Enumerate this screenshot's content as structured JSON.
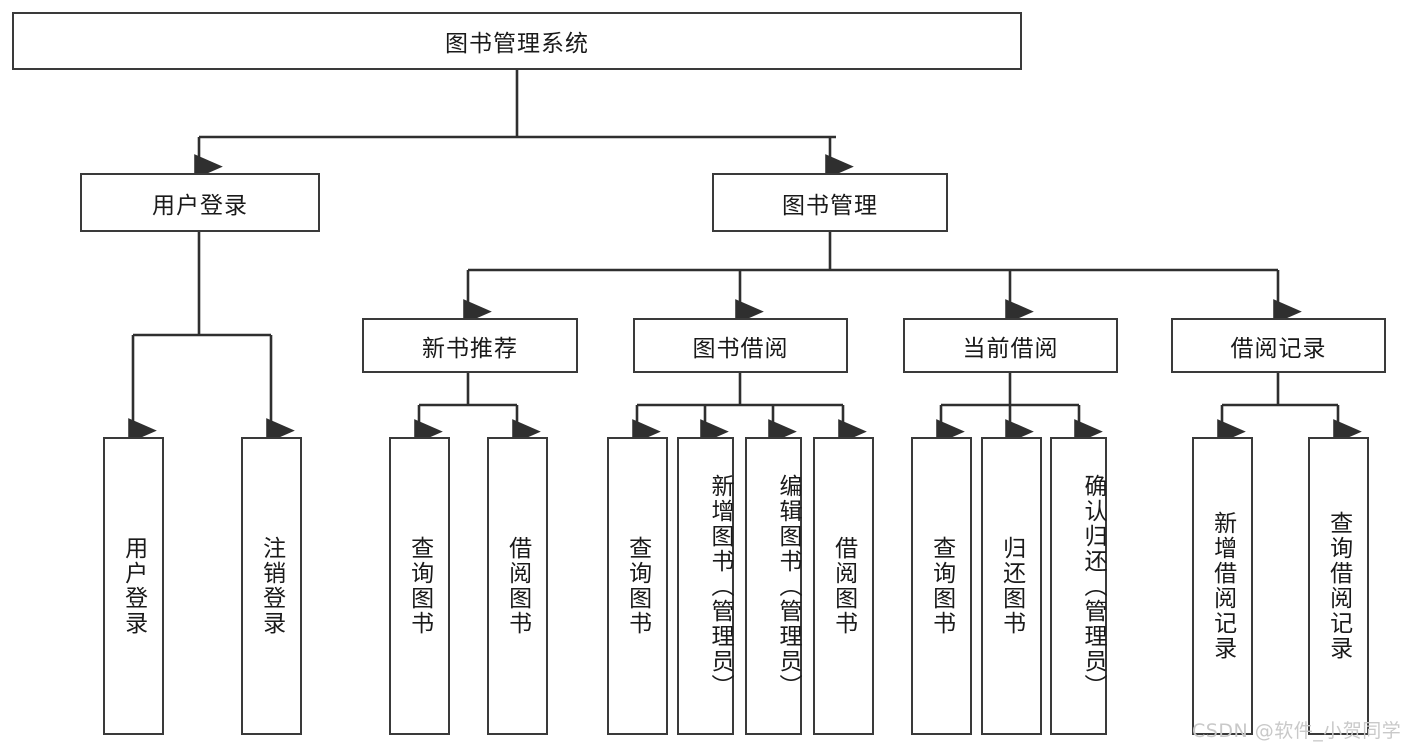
{
  "diagram": {
    "type": "tree",
    "root": {
      "label": "图书管理系统"
    },
    "level2": [
      {
        "label": "用户登录"
      },
      {
        "label": "图书管理"
      }
    ],
    "level3": [
      {
        "label": "新书推荐"
      },
      {
        "label": "图书借阅"
      },
      {
        "label": "当前借阅"
      },
      {
        "label": "借阅记录"
      }
    ],
    "leaves": {
      "user_login": [
        {
          "label": "用户登录"
        },
        {
          "label": "注销登录"
        }
      ],
      "new_book": [
        {
          "label": "查询图书"
        },
        {
          "label": "借阅图书"
        }
      ],
      "borrow_book": [
        {
          "label": "查询图书"
        },
        {
          "label": "新增图书（管理员）"
        },
        {
          "label": "编辑图书（管理员）"
        },
        {
          "label": "借阅图书"
        }
      ],
      "current_borrow": [
        {
          "label": "查询图书"
        },
        {
          "label": "归还图书"
        },
        {
          "label": "确认归还（管理员）"
        }
      ],
      "borrow_record": [
        {
          "label": "新增借阅记录"
        },
        {
          "label": "查询借阅记录"
        }
      ]
    }
  },
  "watermark": {
    "text": "CSDN @软件_小贺同学"
  },
  "colors": {
    "border": "#3a3a3a",
    "text": "#1a1a1a",
    "background": "#ffffff",
    "watermark": "#c9c9c9"
  }
}
